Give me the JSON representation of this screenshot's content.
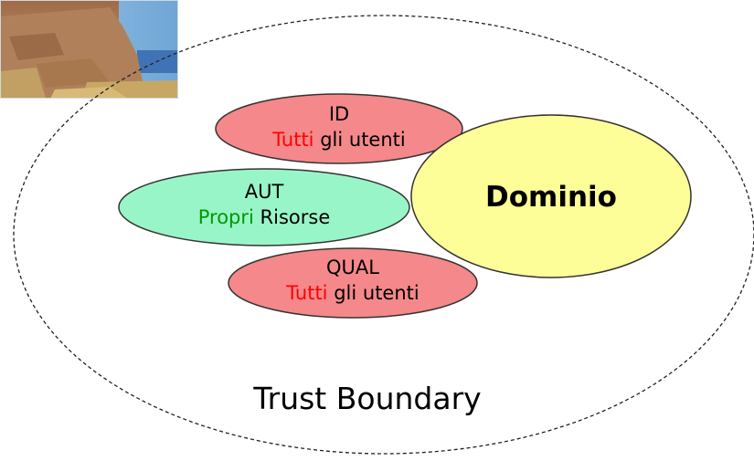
{
  "colors": {
    "red_oval_fill": "#f4888a",
    "green_oval_fill": "#98f5c8",
    "yellow_oval_fill": "#fefe98",
    "highlight_red": "#ff0000",
    "highlight_green": "#009900",
    "text": "#000000"
  },
  "boundary": {
    "label": "Trust Boundary"
  },
  "nodes": {
    "id": {
      "title": "ID",
      "highlight": "Tutti",
      "rest": " gli utenti"
    },
    "aut": {
      "title": "AUT",
      "highlight": "Propri",
      "rest": " Risorse"
    },
    "qual": {
      "title": "QUAL",
      "highlight": "Tutti",
      "rest": " gli utenti"
    },
    "dominio": {
      "title": "Dominio"
    }
  },
  "photo": {
    "subject": "stone-ruin-photo"
  }
}
